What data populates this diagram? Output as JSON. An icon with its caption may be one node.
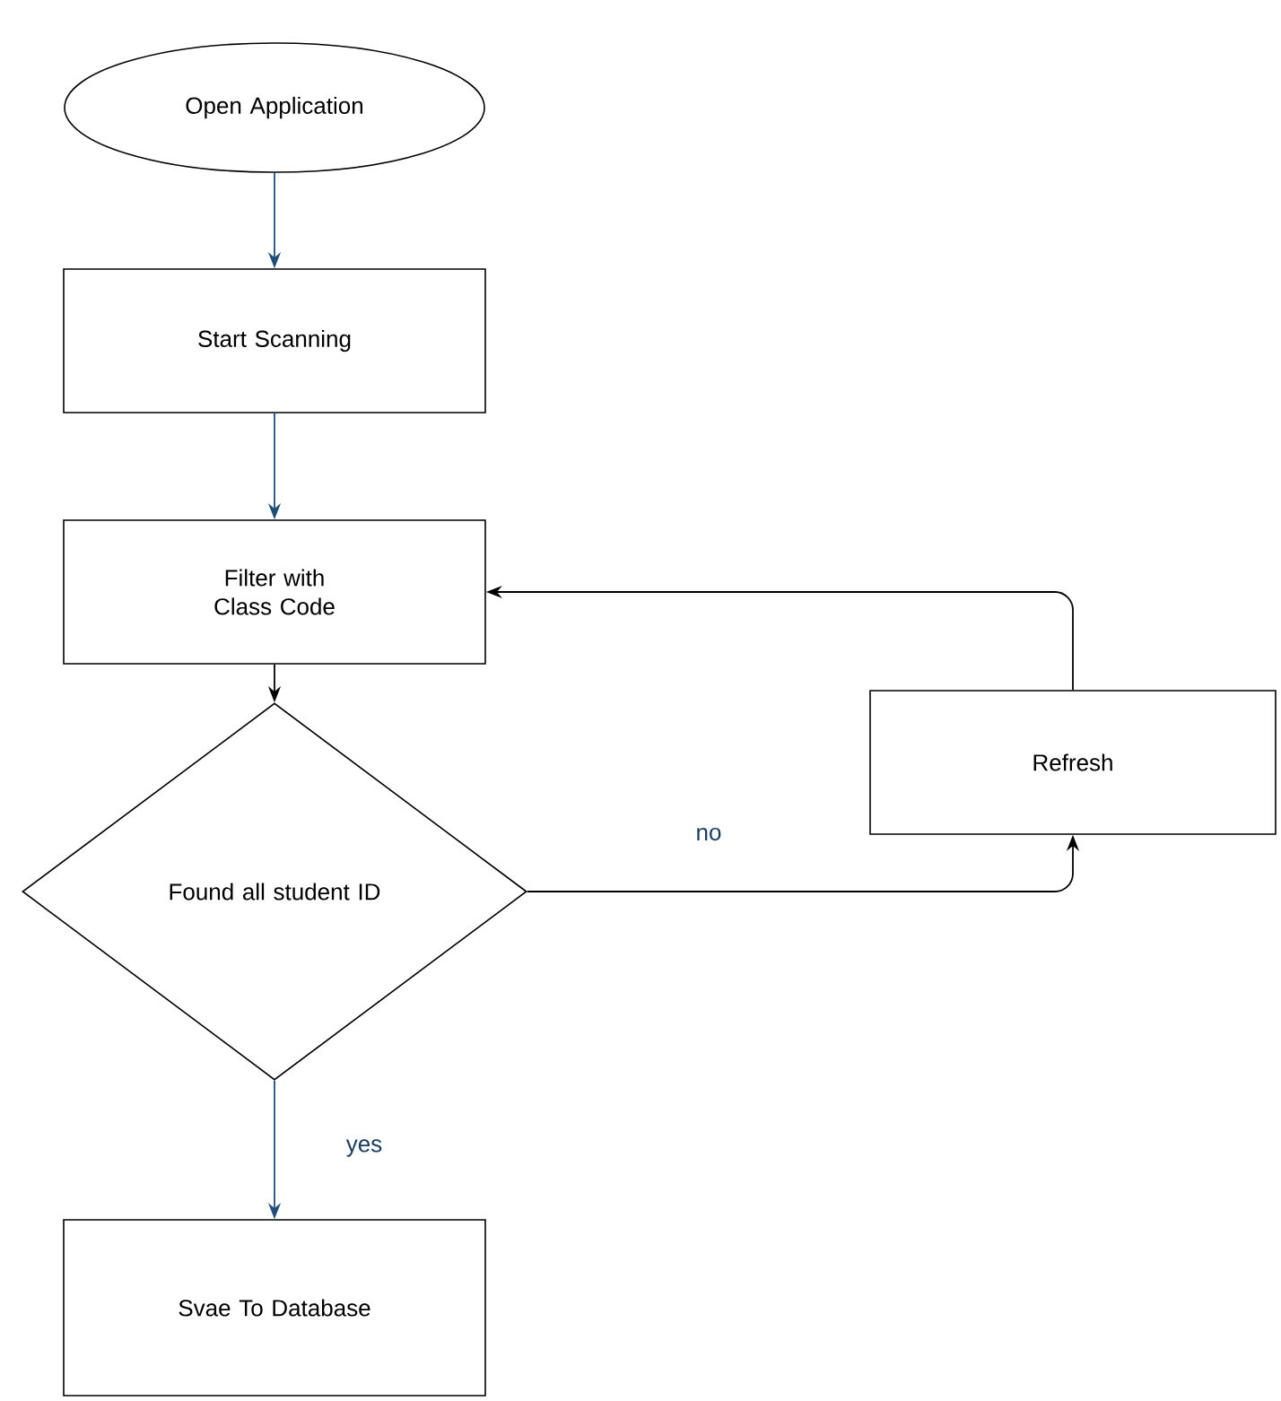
{
  "diagram": {
    "nodes": [
      {
        "text": [
          "Open Application"
        ]
      },
      {
        "text": [
          "Start Scanning"
        ]
      },
      {
        "text": [
          "Filter with Class Code"
        ]
      },
      {
        "text": [
          "Found all student ID"
        ]
      },
      {
        "text": [
          "Refresh"
        ]
      },
      {
        "text": [
          "Svae To Database"
        ]
      }
    ],
    "edges": [
      {
        "from": 0,
        "to": 1,
        "arrow": "to",
        "color": "#1f4e79"
      },
      {
        "from": 1,
        "to": 2,
        "arrow": "to",
        "color": "#1f4e79"
      },
      {
        "from": 2,
        "to": 3,
        "arrow": "to",
        "color": "#000000"
      },
      {
        "from": 3,
        "to": 4,
        "arrow": "to",
        "label": "no",
        "color": "#000000"
      },
      {
        "from": 4,
        "to": 2,
        "arrow": "to",
        "color": "#000000"
      },
      {
        "from": 3,
        "to": 5,
        "arrow": "to",
        "label": "yes",
        "color": "#1f4e79"
      }
    ]
  }
}
